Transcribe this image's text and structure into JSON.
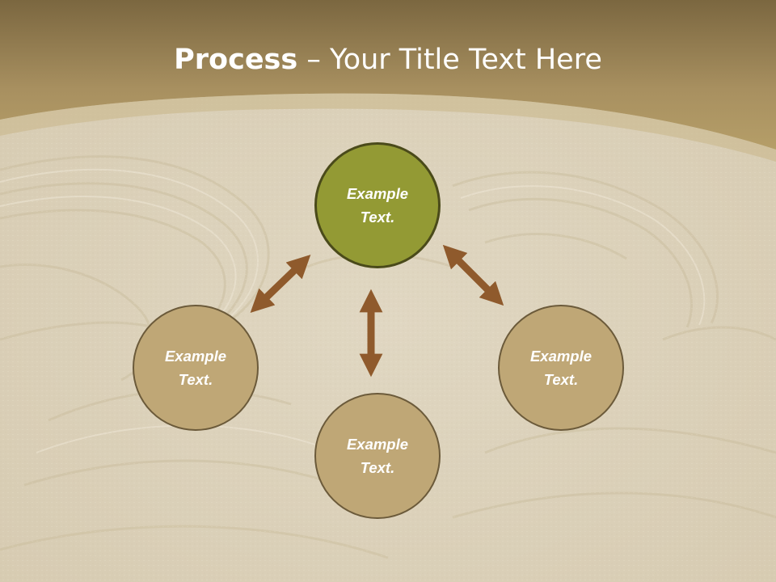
{
  "slide": {
    "title_bold": "Process",
    "title_rest": " – Your Title Text Here"
  },
  "diagram": {
    "center": {
      "label": "Example\nText."
    },
    "left": {
      "label": "Example\nText."
    },
    "right": {
      "label": "Example\nText."
    },
    "bottom": {
      "label": "Example\nText."
    }
  },
  "colors": {
    "header": "#9a8450",
    "center_fill": "#939a34",
    "outer_fill": "#bfa776",
    "arrow": "#8f5a2c",
    "background": "#ddd3bd"
  }
}
